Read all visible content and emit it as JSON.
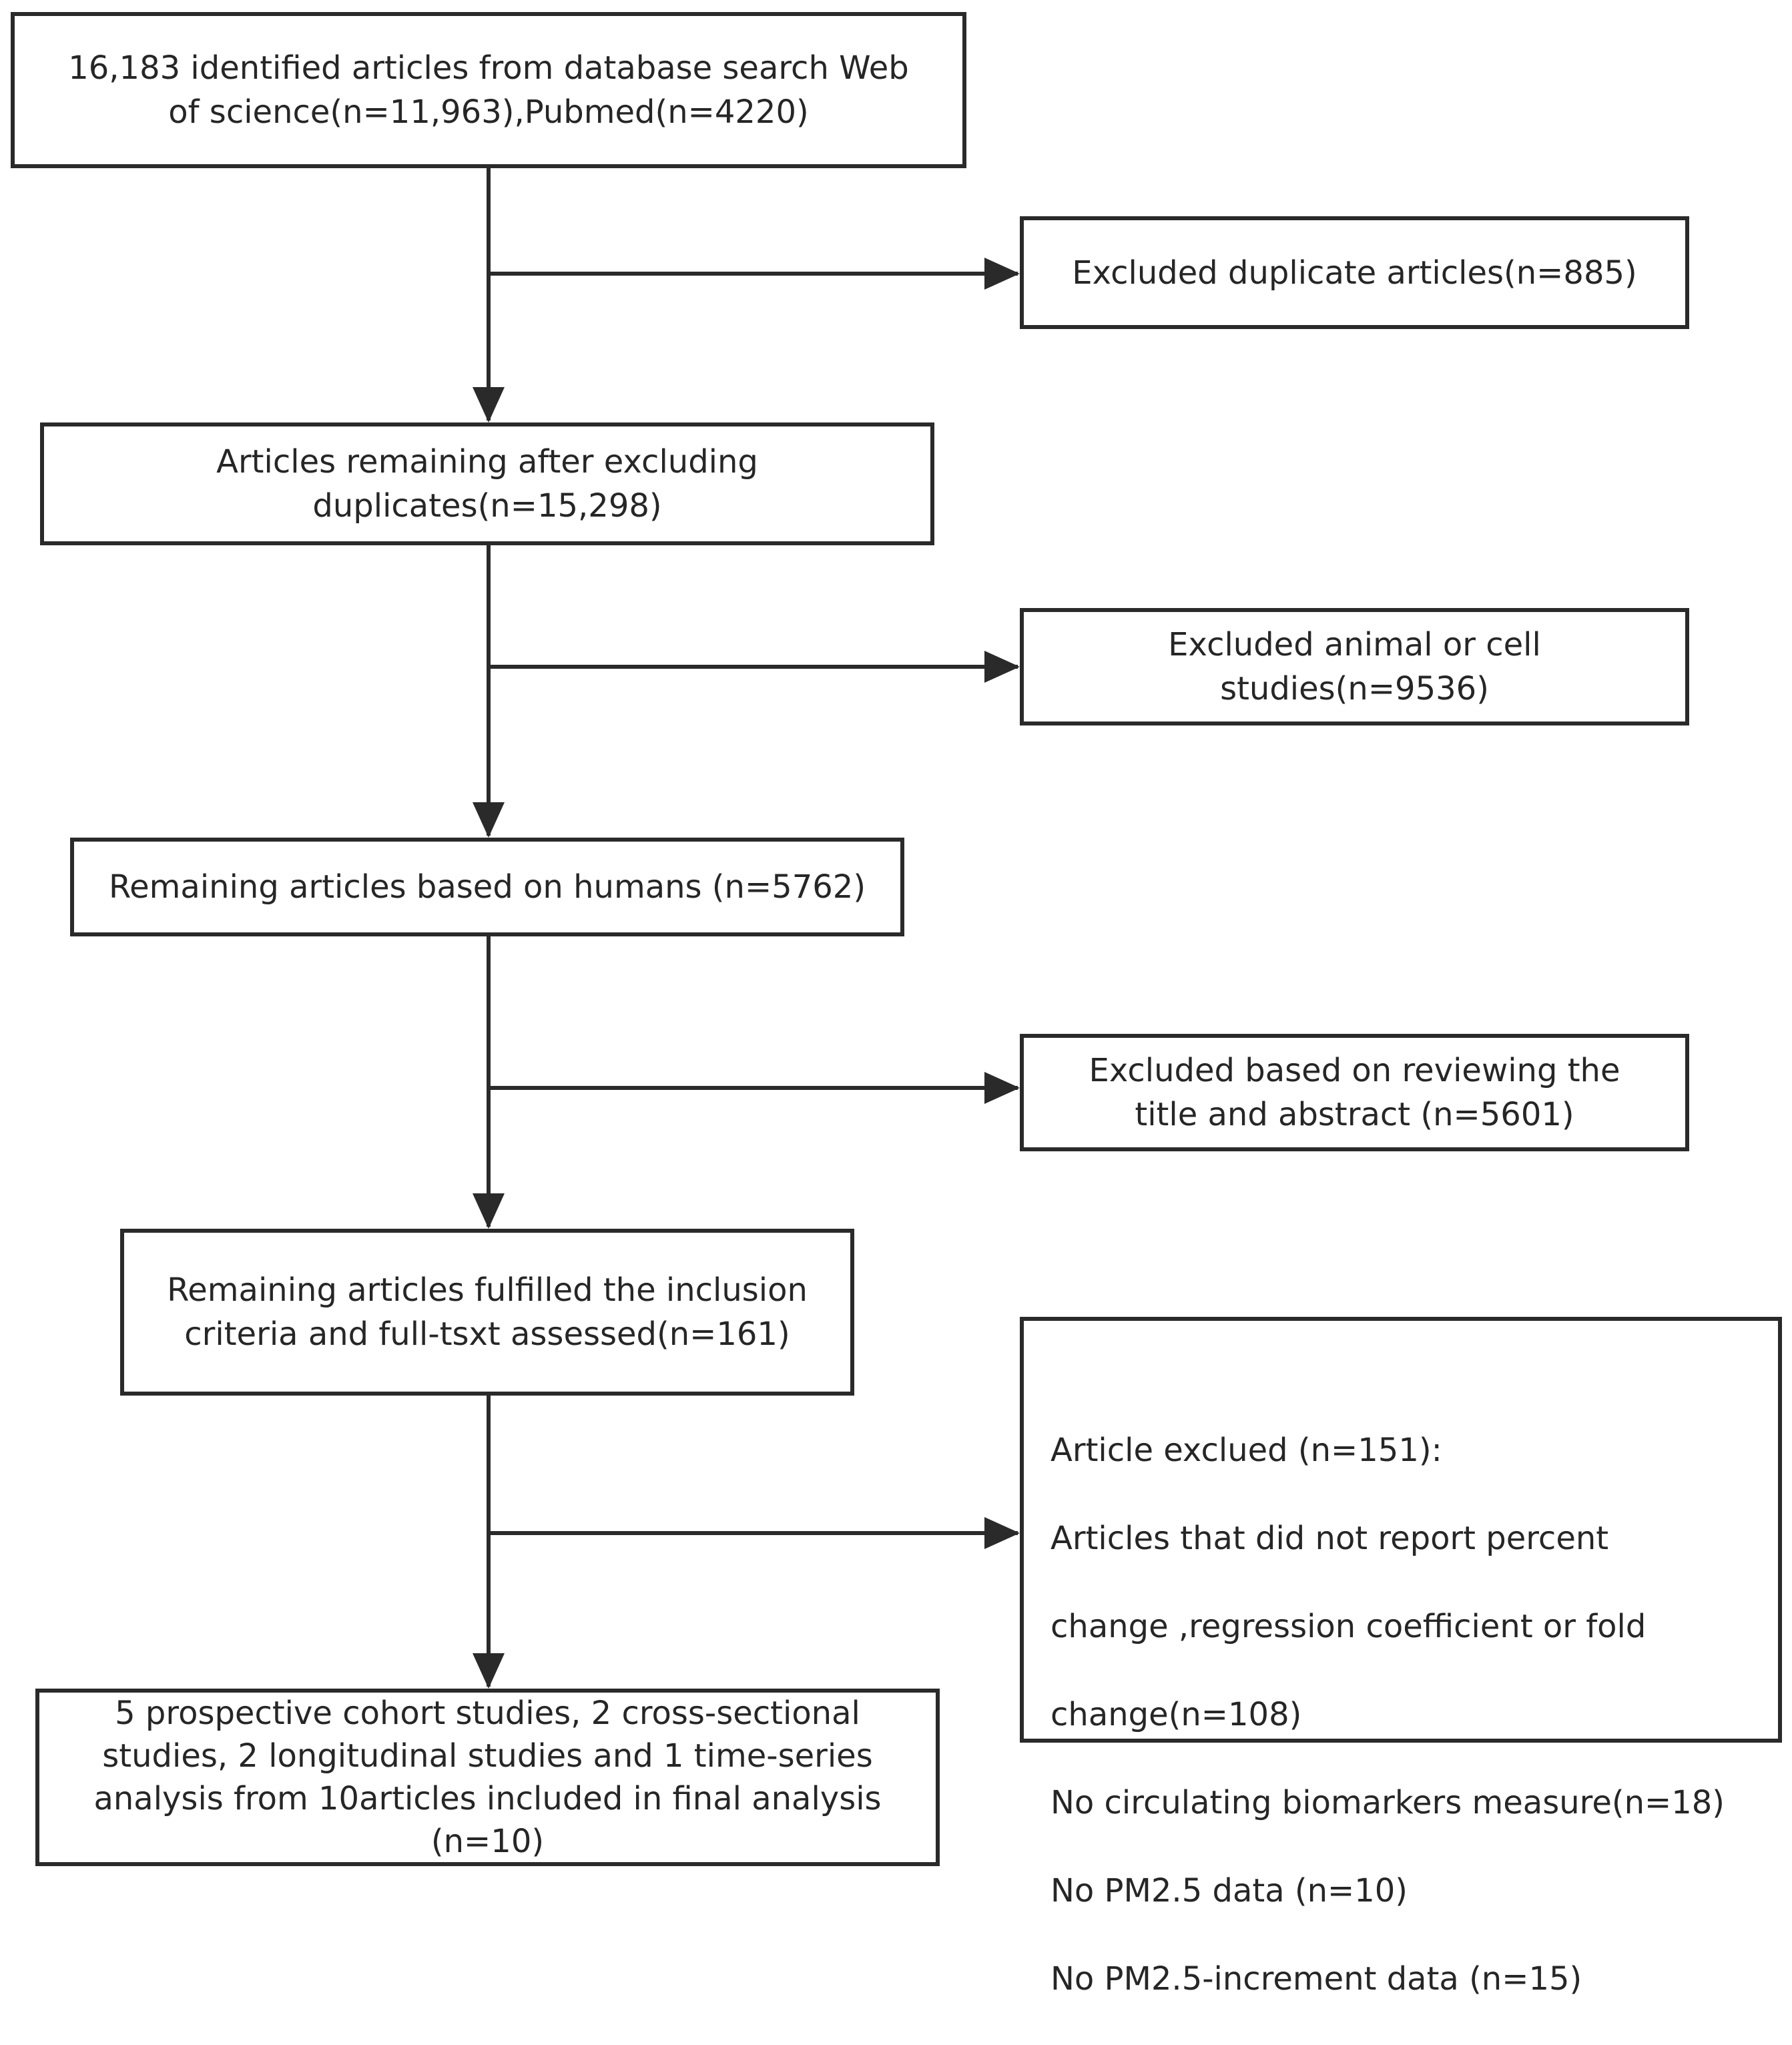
{
  "flowchart": {
    "identified": "16,183 identified articles from database search Web\nof science(n=11,963),Pubmed(n=4220)",
    "excluded_duplicates": "Excluded duplicate articles(n=885)",
    "after_duplicates": "Articles remaining after excluding\nduplicates(n=15,298)",
    "excluded_animal": "Excluded animal or cell\nstudies(n=9536)",
    "remaining_humans": "Remaining articles based on humans (n=5762)",
    "excluded_title_abstract": "Excluded based on reviewing the\ntitle and abstract (n=5601)",
    "fulltext_assessed": "Remaining articles fulfilled the inclusion\ncriteria and full-tsxt assessed(n=161)",
    "excluded_final": {
      "header": "Article exclued (n=151):",
      "items": [
        "Articles that did not report percent",
        "change ,regression coefficient or fold",
        "change(n=108)",
        "No circulating biomarkers measure(n=18)",
        "No PM2.5 data (n=10)",
        "No PM2.5-increment data (n=15)"
      ]
    },
    "included": "5 prospective cohort studies, 2 cross-sectional\nstudies,  2 longitudinal studies and 1 time-series\nanalysis from 10articles included in final analysis\n(n=10)"
  },
  "colors": {
    "stroke": "#2a2a2a",
    "text": "#262626",
    "background": "#ffffff"
  }
}
